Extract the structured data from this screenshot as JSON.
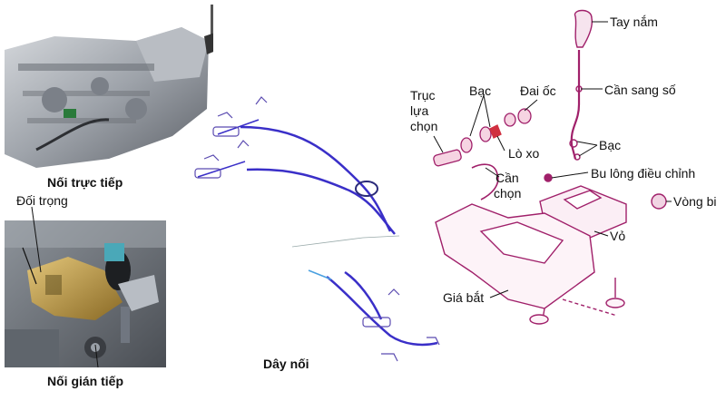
{
  "labels": {
    "direct": "Nối trực tiếp",
    "counterweight": "Đối trọng",
    "indirect": "Nối gián tiếp",
    "cable": "Dây nối",
    "selector_shaft_line1": "Trục",
    "selector_shaft_line2": "lựa",
    "selector_shaft_line3": "chọn",
    "bushing_top": "Bạc",
    "nut": "Đai ốc",
    "spring": "Lò xo",
    "select_lever_line1": "Cần",
    "select_lever_line2": "chọn",
    "knob": "Tay nắm",
    "shift_lever": "Cần sang số",
    "bushing_right": "Bạc",
    "adjust_bolt": "Bu lông điều chỉnh",
    "bearing": "Vòng bi",
    "housing": "Vỏ",
    "bracket": "Giá bắt"
  },
  "colors": {
    "cable": "#3a2fc8",
    "cable_light": "#4aa0e0",
    "parts": "#a0206a",
    "parts_red": "#d03040",
    "photo_metal": "#9aa0a8",
    "photo_brass": "#b08a3c"
  }
}
